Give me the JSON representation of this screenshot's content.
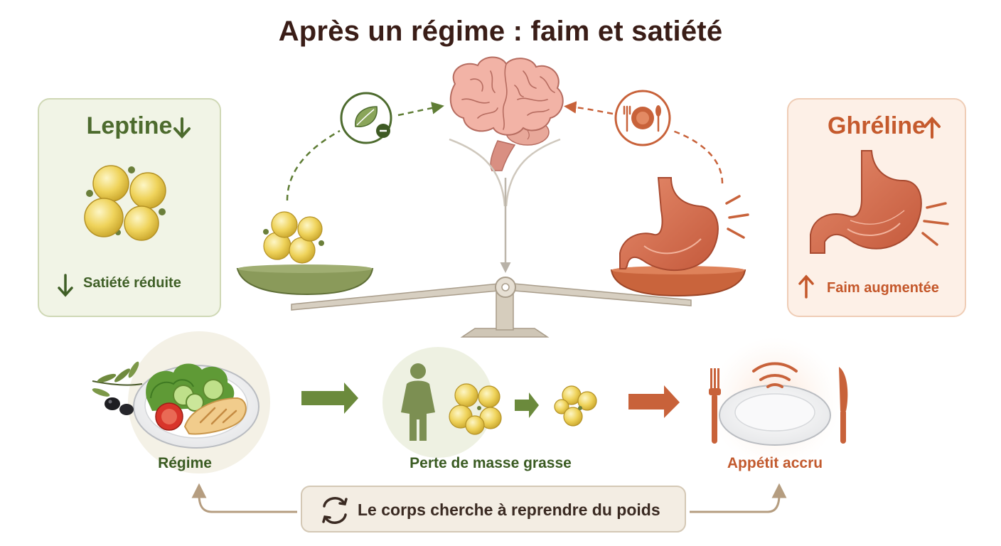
{
  "title": "Après un régime : faim et satiété",
  "leptin": {
    "label": "Leptine",
    "effect": "Satiété réduite"
  },
  "ghrelin": {
    "label": "Ghréline",
    "effect": "Faim augmentée"
  },
  "steps": {
    "diet": "Régime",
    "fat_loss": "Perte de masse grasse",
    "appetite": "Appétit accru"
  },
  "cycle": "Le corps cherche à reprendre du poids",
  "colors": {
    "green": "#6b8a3c",
    "orange": "#c8623a",
    "dark": "#3a1d17"
  }
}
